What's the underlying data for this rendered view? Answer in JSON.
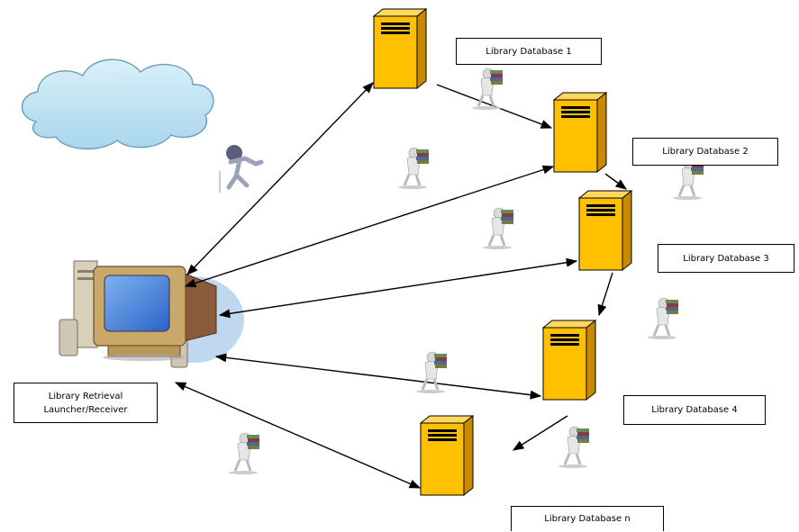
{
  "diagram": {
    "databases": [
      {
        "label": "Library Database 1"
      },
      {
        "label": "Library Database 2"
      },
      {
        "label": "Library Database 3"
      },
      {
        "label": "Library Database 4"
      },
      {
        "label": "Library Database n"
      }
    ],
    "client": {
      "label_line1": "Library Retrieval",
      "label_line2": "Launcher/Receiver"
    },
    "colors": {
      "server_fill": "#FFC000",
      "server_dark": "#C88A00",
      "cloud": "#BFE3F3",
      "arrow": "#000000"
    },
    "icons": [
      "cloud-icon",
      "computer-icon",
      "server-icon",
      "person-carrying-books-icon",
      "person-walking-icon"
    ]
  }
}
